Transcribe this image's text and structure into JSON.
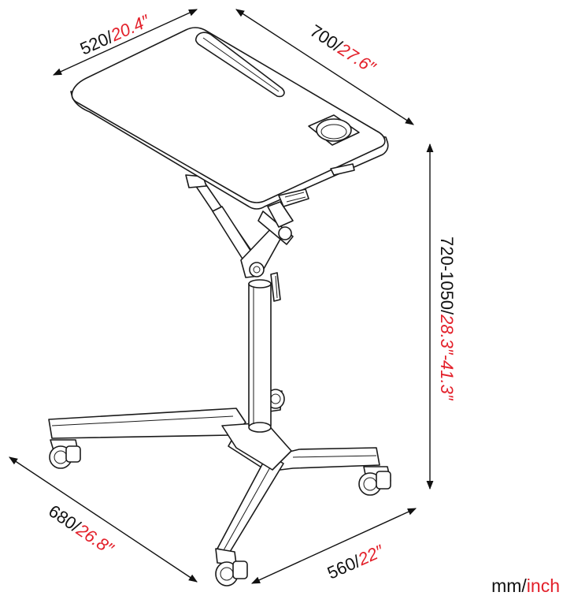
{
  "colors": {
    "line": "#1a1a1a",
    "metric": "#111111",
    "imperial": "#e3202a"
  },
  "dimensions": {
    "top_width": {
      "metric": "520/",
      "imperial": "20.4″"
    },
    "top_length": {
      "metric": "700/",
      "imperial": "27.6″"
    },
    "height_range": {
      "metric": "720-1050/",
      "imperial": "28.3″-41.3″"
    },
    "base_depth": {
      "metric": "680/",
      "imperial": "26.8″"
    },
    "base_width": {
      "metric": "560/",
      "imperial": "22″"
    }
  },
  "units_legend": {
    "metric": "mm/",
    "imperial": "inch"
  }
}
